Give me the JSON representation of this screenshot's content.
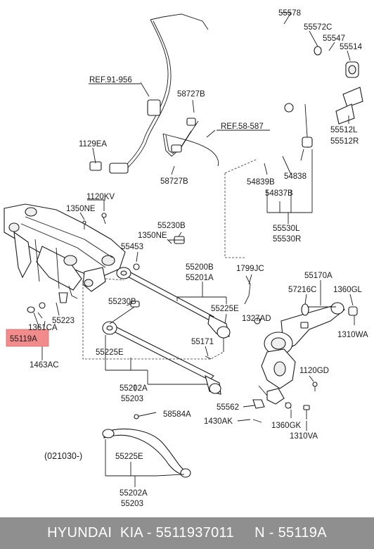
{
  "labels": {
    "l_55578": "55578",
    "l_55572C": "55572C",
    "l_55547": "55547",
    "l_55514": "55514",
    "l_55512L": "55512L",
    "l_55512R": "55512R",
    "l_ref91956": "REF.91-956",
    "l_58727B_top": "58727B",
    "l_ref58587": "REF.58-587",
    "l_1129EA": "1129EA",
    "l_58727B_bot": "58727B",
    "l_54839B": "54839B",
    "l_54838": "54838",
    "l_54837B": "54837B",
    "l_1120KV": "1120KV",
    "l_1350NE_a": "1350NE",
    "l_55230B_a": "55230B",
    "l_1350NE_b": "1350NE",
    "l_55453": "55453",
    "l_55530L": "55530L",
    "l_55530R": "55530R",
    "l_55200B": "55200B",
    "l_55201A": "55201A",
    "l_1799JC": "1799JC",
    "l_55170A": "55170A",
    "l_57216C": "57216C",
    "l_1360GL": "1360GL",
    "l_55230B_b": "55230B",
    "l_55225E_a": "55225E",
    "l_55223": "55223",
    "l_1361CA": "1361CA",
    "l_55119A": "55119A",
    "l_1327AD": "1327AD",
    "l_1310WA": "1310WA",
    "l_55171": "55171",
    "l_1463AC": "1463AC",
    "l_55225E_b": "55225E",
    "l_1120GD": "1120GD",
    "l_55202A_a": "55202A",
    "l_55203_a": "55203",
    "l_55562": "55562",
    "l_58584A": "58584A",
    "l_1430AK": "1430AK",
    "l_1360GK": "1360GK",
    "l_1310VA": "1310VA",
    "l_021030": "(021030-)",
    "l_55225E_c": "55225E",
    "l_55202A_b": "55202A",
    "l_55203_b": "55203"
  },
  "highlight_color": "#f28b8b",
  "footer": {
    "text": "HYUNDAI  KIA - 5511937011     N - 55119A"
  }
}
